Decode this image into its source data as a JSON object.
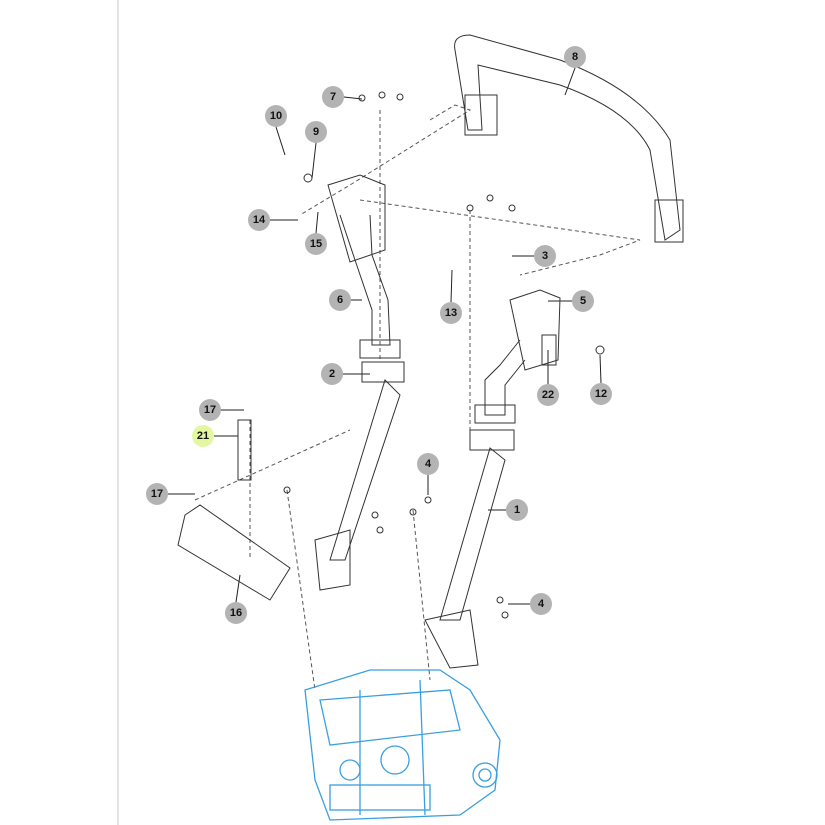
{
  "diagram": {
    "callouts": [
      {
        "label": "8",
        "highlighted": false
      },
      {
        "label": "7",
        "highlighted": false
      },
      {
        "label": "10",
        "highlighted": false
      },
      {
        "label": "9",
        "highlighted": false
      },
      {
        "label": "14",
        "highlighted": false
      },
      {
        "label": "15",
        "highlighted": false
      },
      {
        "label": "3",
        "highlighted": false
      },
      {
        "label": "6",
        "highlighted": false
      },
      {
        "label": "13",
        "highlighted": false
      },
      {
        "label": "5",
        "highlighted": false
      },
      {
        "label": "2",
        "highlighted": false
      },
      {
        "label": "22",
        "highlighted": false
      },
      {
        "label": "12",
        "highlighted": false
      },
      {
        "label": "17",
        "highlighted": false
      },
      {
        "label": "21",
        "highlighted": true
      },
      {
        "label": "17",
        "highlighted": false
      },
      {
        "label": "4",
        "highlighted": false
      },
      {
        "label": "1",
        "highlighted": false
      },
      {
        "label": "16",
        "highlighted": false
      },
      {
        "label": "4",
        "highlighted": false
      }
    ],
    "colors": {
      "callout": "#b3b3b3",
      "highlight": "#e3f7a3",
      "transmission": "#3a9fe0",
      "lines": "#333333"
    }
  }
}
